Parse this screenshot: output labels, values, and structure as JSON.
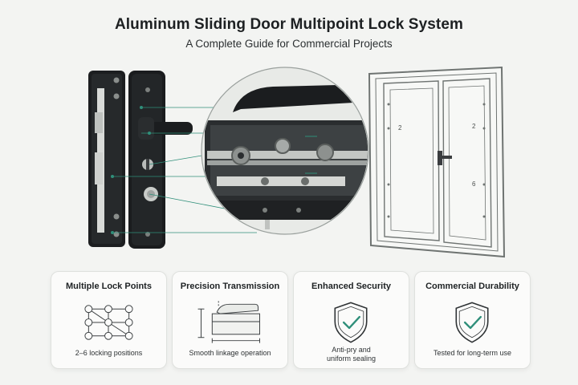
{
  "header": {
    "title": "Aluminum Sliding Door Multipoint Lock System",
    "subtitle": "A Complete Guide for Commercial Projects"
  },
  "diagram": {
    "door_labels": [
      "2",
      "2",
      "6"
    ],
    "accent_color": "#2f8f7a"
  },
  "features": [
    {
      "title": "Multiple Lock Points",
      "caption": "2–6 locking positions",
      "icon": "lock-points-grid-icon"
    },
    {
      "title": "Precision Transmission",
      "caption": "Smooth linkage operation",
      "icon": "handle-blueprint-icon"
    },
    {
      "title": "Enhanced Security",
      "caption_line1": "Anti-pry and",
      "caption_line2": "uniform sealing",
      "icon": "shield-check-icon"
    },
    {
      "title": "Commercial Durability",
      "caption": "Tested for long-term use",
      "icon": "shield-check-icon"
    }
  ]
}
